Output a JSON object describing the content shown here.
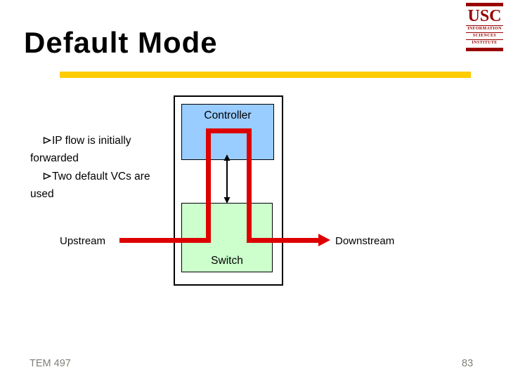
{
  "slide": {
    "title": "Default Mode",
    "footer_course": "TEM 497",
    "page_number": "83"
  },
  "logo": {
    "wordmark": "USC",
    "line1": "INFORMATION",
    "line2": "SCIENCES",
    "line3": "INSTITUTE",
    "color": "#990000"
  },
  "bullets": [
    {
      "text": "IP flow is initially forwarded"
    },
    {
      "text": "Two default VCs are used"
    }
  ],
  "diagram": {
    "controller_label": "Controller",
    "switch_label": "Switch",
    "upstream_label": "Upstream",
    "downstream_label": "Downstream",
    "colors": {
      "controller_fill": "#99CCFF",
      "switch_fill": "#CCFFCC",
      "flow_line_red": "#DD0000",
      "accent_bar_yellow": "#FFCC00"
    }
  }
}
